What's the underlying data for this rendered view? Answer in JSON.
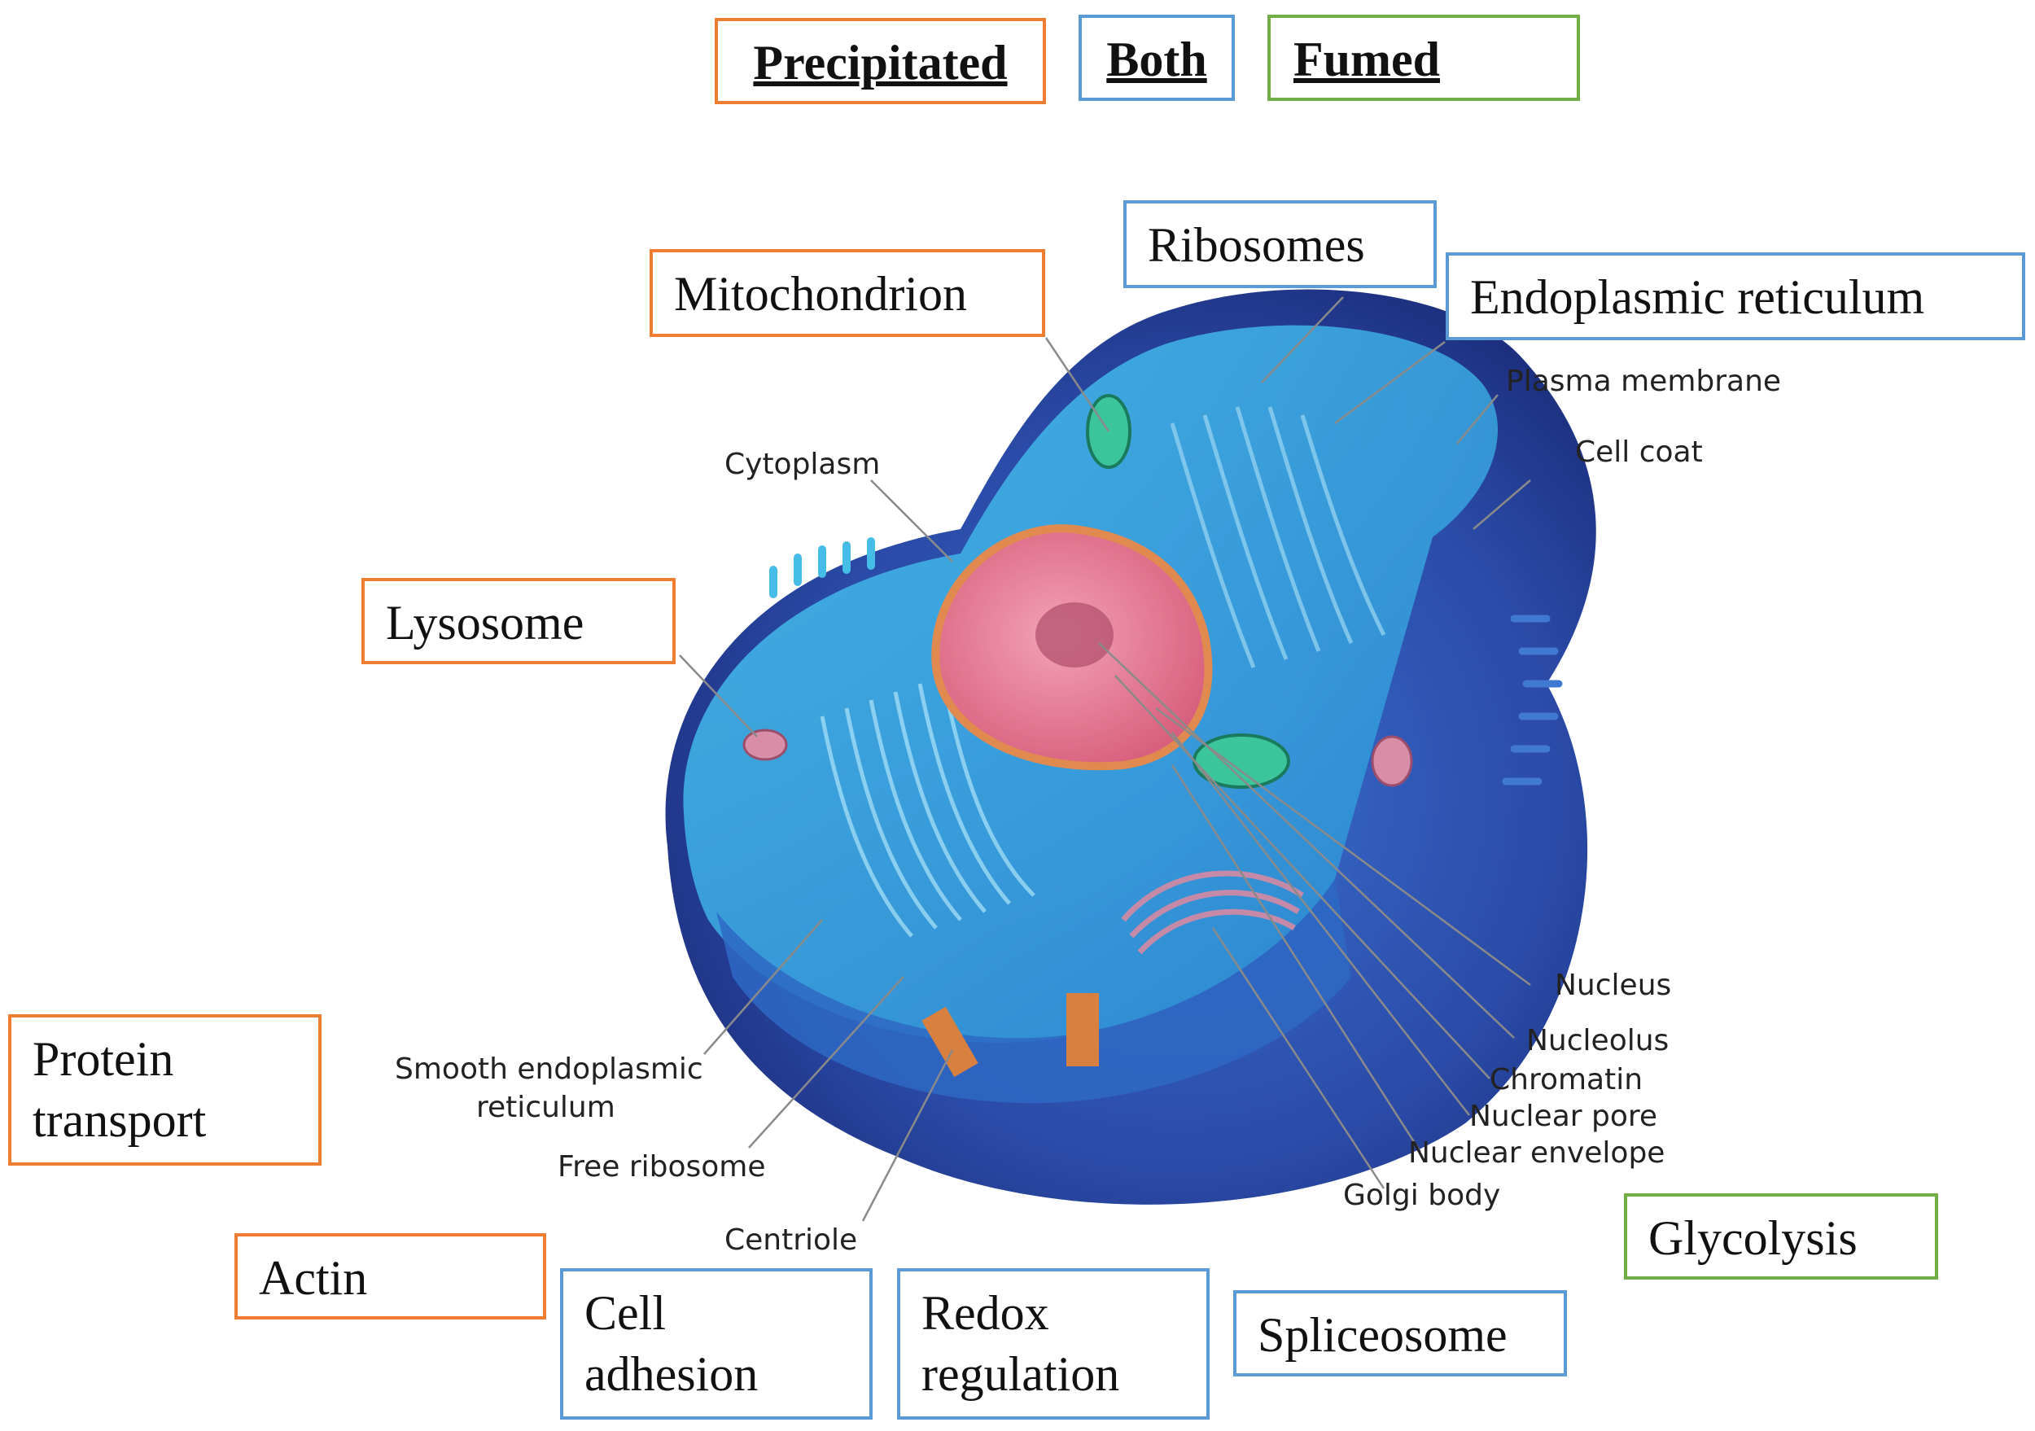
{
  "legend": [
    {
      "label": "Precipitated",
      "color": "#ED7D31"
    },
    {
      "label": "Both",
      "color": "#5B9BD5"
    },
    {
      "label": "Fumed",
      "color": "#70AD47"
    }
  ],
  "category_boxes": {
    "mitochondrion": "Mitochondrion",
    "ribosomes": "Ribosomes",
    "endoplasmic_reticulum": "Endoplasmic reticulum",
    "lysosome": "Lysosome",
    "protein_transport": [
      "Protein",
      "transport"
    ],
    "actin": "Actin",
    "cell_adhesion": [
      "Cell",
      "adhesion"
    ],
    "redox_regulation": [
      "Redox",
      "regulation"
    ],
    "spliceosome": "Spliceosome",
    "glycolysis": "Glycolysis"
  },
  "cell_labels": {
    "plasma_membrane": "Plasma membrane",
    "cell_coat": "Cell coat",
    "cytoplasm": "Cytoplasm",
    "nucleus": "Nucleus",
    "nucleolus": "Nucleolus",
    "chromatin": "Chromatin",
    "nuclear_pore": "Nuclear pore",
    "nuclear_envelope": "Nuclear envelope",
    "golgi_body": "Golgi body",
    "smooth_er_line1": "Smooth endoplasmic",
    "smooth_er_line2": "reticulum",
    "free_ribosome": "Free ribosome",
    "centriole": "Centriole"
  },
  "colors": {
    "precipitated": "#ED7D31",
    "both": "#5B9BD5",
    "fumed": "#70AD47",
    "cell_dark": "#2c4ea8",
    "cell_light": "#2a9fd6",
    "nucleus": "#e8748a"
  }
}
